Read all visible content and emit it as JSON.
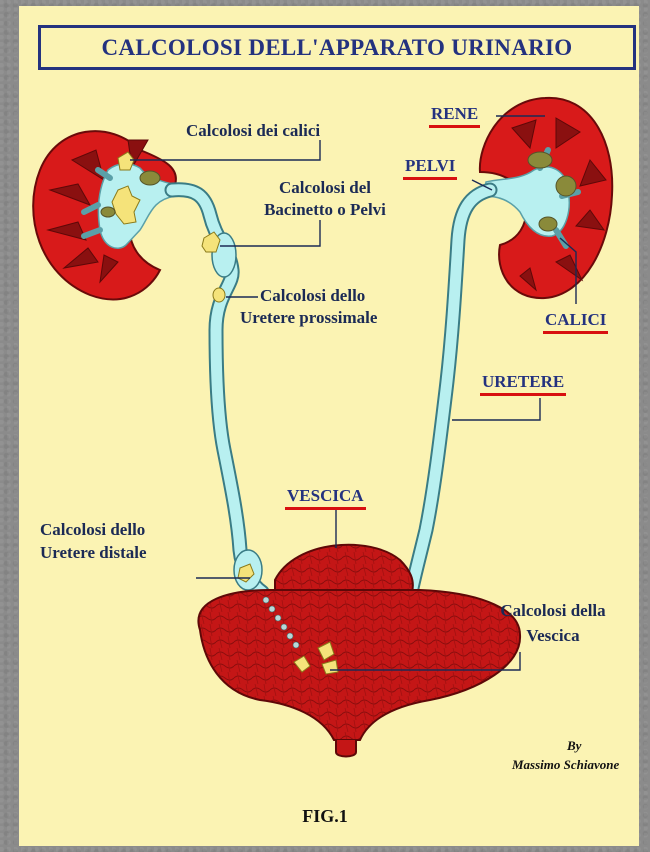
{
  "title": "CALCOLOSI DELL'APPARATO URINARIO",
  "labels": {
    "calcolosi_calici": "Calcolosi dei calici",
    "calcolosi_bacinetto_1": "Calcolosi del",
    "calcolosi_bacinetto_2": "Bacinetto o Pelvi",
    "calcolosi_prossimale_1": "Calcolosi dello",
    "calcolosi_prossimale_2": "Uretere prossimale",
    "calcolosi_distale_1": "Calcolosi dello",
    "calcolosi_distale_2": "Uretere distale",
    "calcolosi_vescica_1": "Calcolosi della",
    "calcolosi_vescica_2": "Vescica"
  },
  "keys": {
    "rene": "RENE",
    "pelvi": "PELVI",
    "calici": "CALICI",
    "uretere": "URETERE",
    "vescica": "VESCICA"
  },
  "author": {
    "by": "By",
    "name": "Massimo Schiavone"
  },
  "figure_label": "FIG.1",
  "colors": {
    "panel_background": "#fbf3b3",
    "title_color": "#24327f",
    "kidney_red": "#d81a1a",
    "kidney_dark": "#8a1010",
    "urine_blue": "#b8f0f0",
    "stone_yellow": "#f5e37a",
    "underline_red": "#d81010"
  }
}
